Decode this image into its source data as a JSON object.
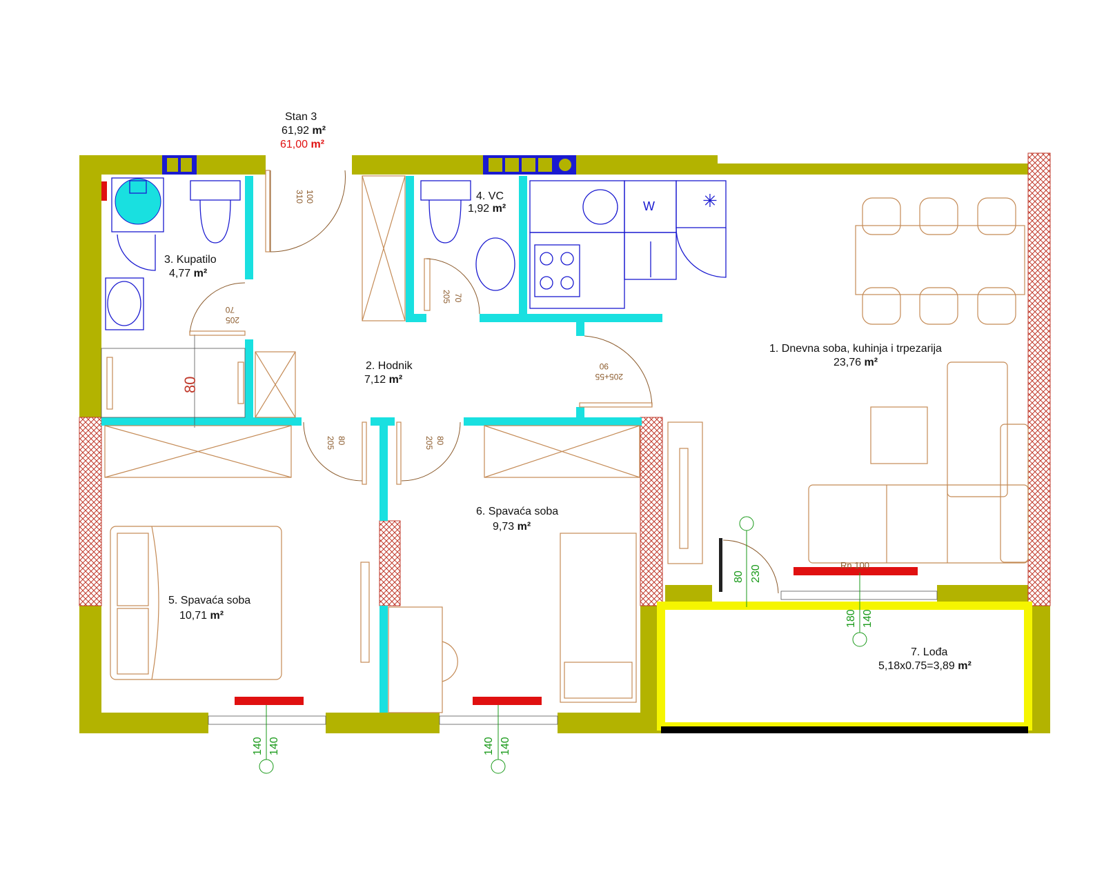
{
  "apartment": {
    "name": "Stan 3",
    "area_net": "61,92",
    "area_gross": "61,00",
    "unit": "m²"
  },
  "rooms": [
    {
      "label": "1. Dnevna soba, kuhinja i trpezarija",
      "area": "23,76",
      "unit": "m²"
    },
    {
      "label": "2. Hodnik",
      "area": "7,12",
      "unit": "m²"
    },
    {
      "label": "3. Kupatilo",
      "area": "4,77",
      "unit": "m²"
    },
    {
      "label": "4. VC",
      "area": "1,92",
      "unit": "m²"
    },
    {
      "label": "5. Spavaća soba",
      "area": "10,71",
      "unit": "m²"
    },
    {
      "label": "6. Spavaća soba",
      "area": "9,73",
      "unit": "m²"
    },
    {
      "label": "7. Lođa",
      "area": "5,18x0.75=3,89",
      "unit": "m²"
    }
  ],
  "dimensions": {
    "entry_door_a": "310",
    "entry_door_b": "100",
    "bath_door_a": "70",
    "bath_door_b": "205",
    "wc_door_a": "205",
    "wc_door_b": "70",
    "living_door_a": "90",
    "living_door_b": "205+55",
    "bed1_door_a": "205",
    "bed1_door_b": "80",
    "bed2_door_a": "205",
    "bed2_door_b": "80",
    "bath_window": "80",
    "balcony_door_a": "80",
    "balcony_door_b": "230",
    "living_window_a": "180",
    "living_window_b": "140",
    "bed1_window_a": "140",
    "bed1_window_b": "140",
    "bed2_window_a": "140",
    "bed2_window_b": "140",
    "radiator_note": "Rn 100"
  },
  "appliances": {
    "washer_mark": "W",
    "freezer_mark": "✳"
  },
  "colors": {
    "wall": "#b3b300",
    "partition": "#19e0e0",
    "hatch": "#c0392b",
    "radiator": "#e01010",
    "sanitary": "#1a1ad0",
    "furniture": "#c48a55",
    "dimension_green": "#1a9a1a",
    "loggia_frame": "#f5f500"
  }
}
